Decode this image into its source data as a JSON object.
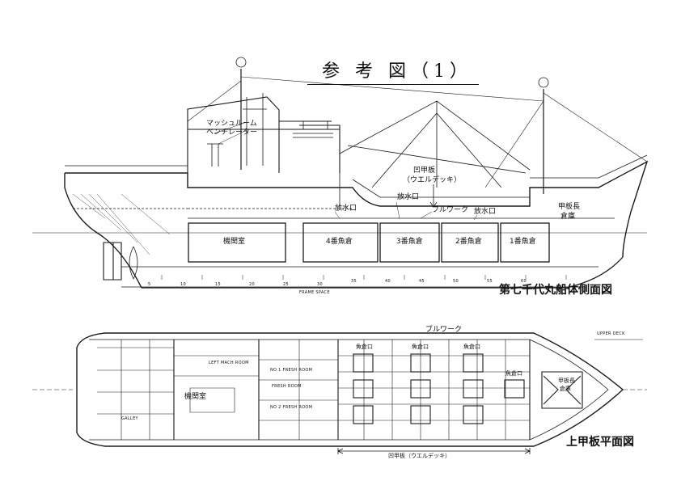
{
  "title": "参 考 図（1）",
  "side_view": {
    "caption": "第七千代丸船体側面図",
    "labels": {
      "mush_room": "マッシュルーム",
      "ventilator": "ベンチレーター",
      "well_deck": "凹甲板",
      "well_deck_note": "（ウエルデッキ）",
      "drain_port_1": "放水口",
      "drain_port_2": "放水口",
      "drain_port_3": "放水口",
      "bulwark": "ブルワーク",
      "bosun_store_1": "甲板長",
      "bosun_store_2": "倉庫"
    },
    "compartments": [
      "機関室",
      "4番魚倉",
      "3番魚倉",
      "2番魚倉",
      "1番魚倉"
    ],
    "frame_numbers": [
      "5",
      "10",
      "15",
      "20",
      "25",
      "30",
      "35",
      "40",
      "45",
      "50",
      "55",
      "60"
    ],
    "frame_space_label": "FRAME SPACE"
  },
  "plan_view": {
    "caption": "上甲板平面図",
    "upper_deck_label": "UPPER DECK",
    "bulwark_label": "ブルワーク",
    "engine_room_label": "機関室",
    "hatch_labels": [
      "魚倉口",
      "魚倉口",
      "魚倉口",
      "魚倉口"
    ],
    "bosun_store_1": "甲板長",
    "bosun_store_2": "倉庫",
    "well_deck_dimension": "凹甲板（ウエルデッキ）",
    "room_labels": [
      "LEFT MACH ROOM",
      "NO 1 FRESH ROOM",
      "FRESH ROOM",
      "NO 2 FRESH ROOM",
      "GALLEY"
    ]
  }
}
